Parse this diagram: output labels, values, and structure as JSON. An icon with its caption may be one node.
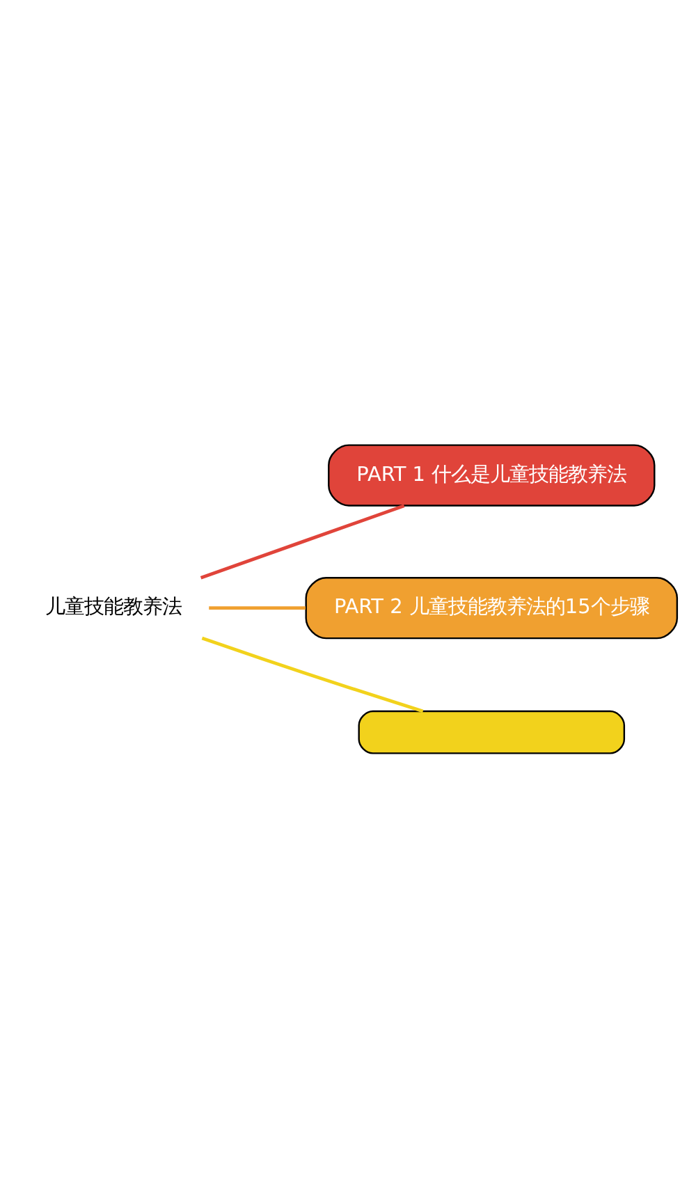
{
  "diagram": {
    "nodes": [
      {
        "text": [
          "儿童技能教养法"
        ]
      },
      {
        "text": [
          "PART 1 什么是儿童技能教养法"
        ]
      },
      {
        "text": [
          "PART 2 儿童技能教养法的15个步骤"
        ]
      },
      {
        "text": [],
        "shape": "box"
      }
    ],
    "edges": [
      {
        "from": 0,
        "to": 1,
        "arrow": "none",
        "color": "#e0443a"
      },
      {
        "from": 0,
        "to": 2,
        "arrow": "none",
        "color": "#f0a030"
      },
      {
        "from": 0,
        "to": 3,
        "arrow": "none",
        "color": "#f2d21c"
      }
    ]
  }
}
